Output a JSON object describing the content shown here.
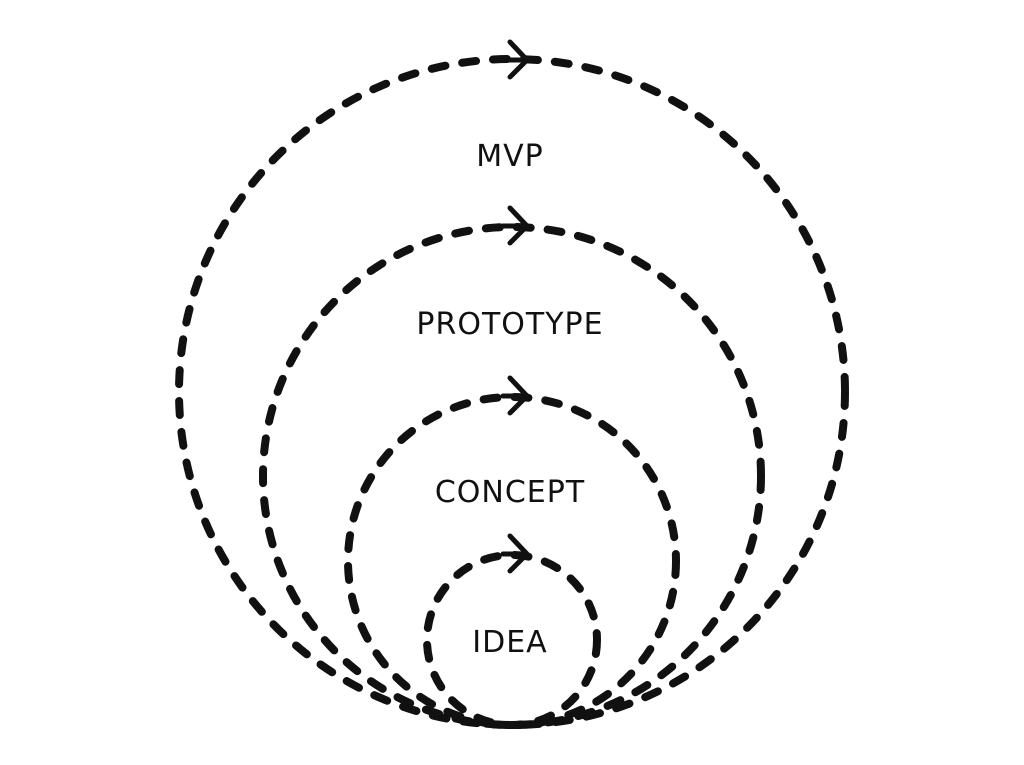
{
  "diagram": {
    "title": "",
    "stages": [
      {
        "label": "IDEA"
      },
      {
        "label": "CONCEPT"
      },
      {
        "label": "PROTOTYPE"
      },
      {
        "label": "MVP"
      }
    ],
    "colors": {
      "stroke": "#111111",
      "background": "#ffffff"
    }
  }
}
